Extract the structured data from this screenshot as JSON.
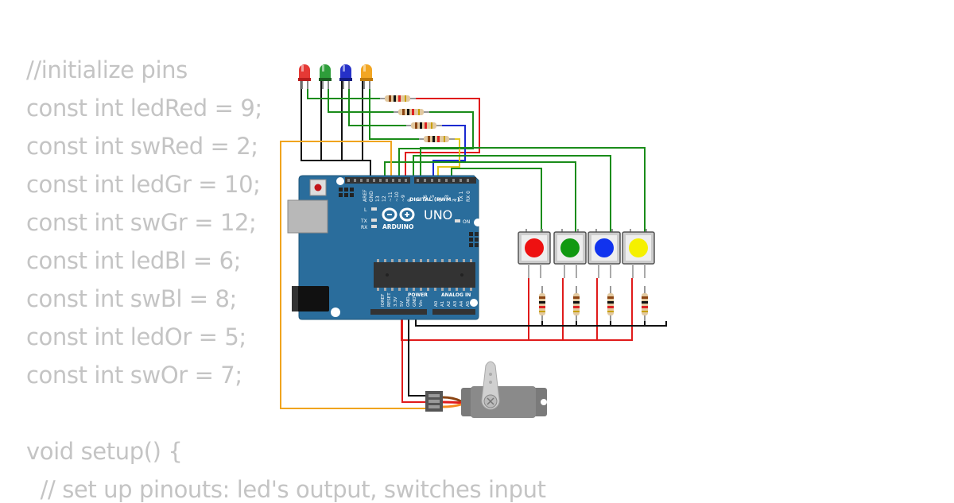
{
  "code_lines": [
    "//initialize pins",
    "const int ledRed = 9;",
    "const int swRed = 2;",
    "const int ledGr = 10;",
    "const int swGr = 12;",
    "const int ledBl = 6;",
    "const int swBl = 8;",
    "const int ledOr = 5;",
    "const int swOr = 7;",
    "",
    "void setup() {",
    "  // set up pinouts: led's output, switches input"
  ],
  "board": {
    "uno_label": "UNO",
    "brand_label": "ARDUINO",
    "digital_header_label": "DIGITAL (PWM ~)",
    "power_label": "POWER",
    "analog_label": "ANALOG IN",
    "on_label": "ON",
    "l_label": "L",
    "tx_label": "TX",
    "rx_label": "RX",
    "top_pins": [
      "AREF",
      "GND",
      "13",
      "12",
      "~11",
      "~10",
      "~9",
      "8",
      "7",
      "~6",
      "~5",
      "4",
      "~3",
      "2",
      "TX 1",
      "RX 0"
    ],
    "bottom_pins": [
      "IOREF",
      "RESET",
      "3.3V",
      "5V",
      "GND",
      "GND",
      "Vin"
    ],
    "analog_pins": [
      "A0",
      "A1",
      "A2",
      "A3",
      "A4",
      "A5"
    ]
  },
  "components": {
    "leds": [
      {
        "color": "red",
        "hex": "#e53935"
      },
      {
        "color": "green",
        "hex": "#2e9e3a"
      },
      {
        "color": "blue",
        "hex": "#2530c8"
      },
      {
        "color": "orange",
        "hex": "#f2a623"
      }
    ],
    "buttons": [
      {
        "color": "red",
        "hex": "#ee1111"
      },
      {
        "color": "green",
        "hex": "#119911"
      },
      {
        "color": "blue",
        "hex": "#1133ee"
      },
      {
        "color": "yellow",
        "hex": "#f5f000"
      }
    ],
    "servo_icon": "servo-motor-icon"
  },
  "colors": {
    "code_text": "#c4c4c4",
    "board": "#2a6d9c",
    "wire_red": "#e01b1b",
    "wire_green": "#1a8c1a",
    "wire_black": "#111111",
    "wire_blue": "#1a2ad0",
    "wire_orange": "#f0a41e"
  }
}
